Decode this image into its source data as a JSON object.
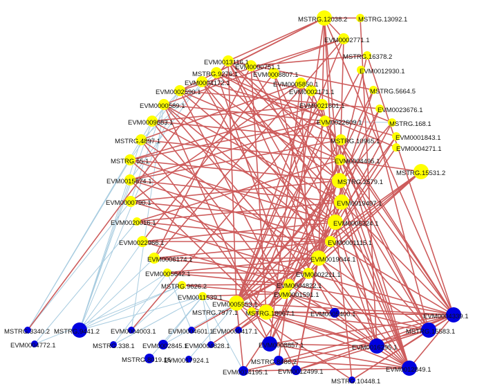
{
  "colors": {
    "edge_red": "#cd5c5c",
    "edge_blue": "#a8cce0",
    "node_yellow": "#ffff00",
    "node_blue": "#0000e0"
  },
  "nodes": [
    {
      "id": "MSTRG.12038.2",
      "label": "MSTRG.12038.2",
      "group": "yellow",
      "size": "large"
    },
    {
      "id": "MSTRG.13092.1",
      "label": "MSTRG.13092.1",
      "group": "yellow",
      "size": "small"
    },
    {
      "id": "EVM0002771.1",
      "label": "EVM0002771.1",
      "group": "yellow",
      "size": "medium"
    },
    {
      "id": "MSTRG.16378.2",
      "label": "MSTRG.16378.2",
      "group": "yellow",
      "size": "small"
    },
    {
      "id": "EVM0012930.1",
      "label": "EVM0012930.1",
      "group": "yellow",
      "size": "small"
    },
    {
      "id": "EVM0013116.1",
      "label": "EVM0013116.1",
      "group": "yellow",
      "size": "medium"
    },
    {
      "id": "EVM0000751.1",
      "label": "EVM0000751.1",
      "group": "yellow",
      "size": "medium"
    },
    {
      "id": "MSTRG.9276.1",
      "label": "MSTRG.9276.1",
      "group": "yellow",
      "size": "medium"
    },
    {
      "id": "EVM0008807.1",
      "label": "EVM0008807.1",
      "group": "yellow",
      "size": "medium"
    },
    {
      "id": "EVM0004172.1",
      "label": "EVM0004172.1",
      "group": "yellow",
      "size": "medium"
    },
    {
      "id": "EVM0005850.1",
      "label": "EVM0005850.1",
      "group": "yellow",
      "size": "medium"
    },
    {
      "id": "EVM0002590.1",
      "label": "EVM0002590.1",
      "group": "yellow",
      "size": "medium"
    },
    {
      "id": "EVM0002171.1",
      "label": "EVM0002171.1",
      "group": "yellow",
      "size": "medium"
    },
    {
      "id": "MSTRG.5664.5",
      "label": "MSTRG.5664.5",
      "group": "yellow",
      "size": "small"
    },
    {
      "id": "EVM0000589.1",
      "label": "EVM0000589.1",
      "group": "yellow",
      "size": "medium"
    },
    {
      "id": "EVM0021601.1",
      "label": "EVM0021601.1",
      "group": "yellow",
      "size": "medium"
    },
    {
      "id": "EVM0023676.1",
      "label": "EVM0023676.1",
      "group": "yellow",
      "size": "small"
    },
    {
      "id": "EVM0009683.1",
      "label": "EVM0009683.1",
      "group": "yellow",
      "size": "medium"
    },
    {
      "id": "EVM0022609.1",
      "label": "EVM0022609.1",
      "group": "yellow",
      "size": "medium"
    },
    {
      "id": "MSTRG.168.1",
      "label": "MSTRG.168.1",
      "group": "yellow",
      "size": "small"
    },
    {
      "id": "EVM0001843.1",
      "label": "EVM0001843.1",
      "group": "yellow",
      "size": "small"
    },
    {
      "id": "MSTRG.4897.1",
      "label": "MSTRG.4897.1",
      "group": "yellow",
      "size": "medium"
    },
    {
      "id": "MSTRG.10965.1",
      "label": "MSTRG.10965.1",
      "group": "yellow",
      "size": "medium"
    },
    {
      "id": "EVM0004271.1",
      "label": "EVM0004271.1",
      "group": "yellow",
      "size": "small"
    },
    {
      "id": "MSTRG.55.1",
      "label": "MSTRG.55.1",
      "group": "yellow",
      "size": "medium"
    },
    {
      "id": "EVM0004495.1",
      "label": "EVM0004495.1",
      "group": "yellow",
      "size": "medium"
    },
    {
      "id": "MSTRG.15531.2",
      "label": "MSTRG.15531.2",
      "group": "yellow",
      "size": "large"
    },
    {
      "id": "EVM0015874.1",
      "label": "EVM0015874.1",
      "group": "yellow",
      "size": "medium"
    },
    {
      "id": "MSTRG.2579.1",
      "label": "MSTRG.2579.1",
      "group": "yellow",
      "size": "large"
    },
    {
      "id": "EVM0000790.1",
      "label": "EVM0000790.1",
      "group": "yellow",
      "size": "medium"
    },
    {
      "id": "EVM0019497.1",
      "label": "EVM0019497.1",
      "group": "yellow",
      "size": "large"
    },
    {
      "id": "EVM0020016.1",
      "label": "EVM0020016.1",
      "group": "yellow",
      "size": "small"
    },
    {
      "id": "EVM0005324.1",
      "label": "EVM0005324.1",
      "group": "yellow",
      "size": "large"
    },
    {
      "id": "EVM0022966.1",
      "label": "EVM0022966.1",
      "group": "yellow",
      "size": "medium"
    },
    {
      "id": "EVM0001115.1",
      "label": "EVM0001115.1",
      "group": "yellow",
      "size": "medium"
    },
    {
      "id": "EVM0006174.1",
      "label": "EVM0006174.1",
      "group": "yellow",
      "size": "medium"
    },
    {
      "id": "EVM0019044.1",
      "label": "EVM0019044.1",
      "group": "yellow",
      "size": "large"
    },
    {
      "id": "EVM0005642.1",
      "label": "EVM0005642.1",
      "group": "yellow",
      "size": "small"
    },
    {
      "id": "EVM0002211.1",
      "label": "EVM0002211.1",
      "group": "yellow",
      "size": "medium"
    },
    {
      "id": "MSTRG.9626.2",
      "label": "MSTRG.9626.2",
      "group": "yellow",
      "size": "small"
    },
    {
      "id": "EVM0004822.1",
      "label": "EVM0004822.1",
      "group": "yellow",
      "size": "medium"
    },
    {
      "id": "EVM0011539.1",
      "label": "EVM0011539.1",
      "group": "yellow",
      "size": "small"
    },
    {
      "id": "EVM0001591.1",
      "label": "EVM0001591.1",
      "group": "yellow",
      "size": "medium"
    },
    {
      "id": "EVM0005553.1",
      "label": "EVM0005553.1",
      "group": "yellow",
      "size": "large"
    },
    {
      "id": "MSTRG.7977.1",
      "label": "MSTRG.7977.1",
      "group": "yellow",
      "size": "small"
    },
    {
      "id": "MSTRG.18067.1",
      "label": "MSTRG.18067.1",
      "group": "yellow",
      "size": "large"
    },
    {
      "id": "EVM0005400.1",
      "label": "EVM0005400.1",
      "group": "blue",
      "size": "medium"
    },
    {
      "id": "EVM0004339.1",
      "label": "EVM0004339.1",
      "group": "blue",
      "size": "large"
    },
    {
      "id": "MSTRG.3340.2",
      "label": "MSTRG.3340.2",
      "group": "blue",
      "size": "small"
    },
    {
      "id": "MSTRG.9441.2",
      "label": "MSTRG.9441.2",
      "group": "blue",
      "size": "large"
    },
    {
      "id": "EVM0004003.1",
      "label": "EVM0004003.1",
      "group": "blue",
      "size": "small"
    },
    {
      "id": "EVM0004601.1",
      "label": "EVM0004601.1",
      "group": "blue",
      "size": "small"
    },
    {
      "id": "EVM0000417.1",
      "label": "EVM0000417.1",
      "group": "blue",
      "size": "small"
    },
    {
      "id": "MSTRG.15583.1",
      "label": "MSTRG.15583.1",
      "group": "blue",
      "size": "large"
    },
    {
      "id": "EVM0004772.1",
      "label": "EVM0004772.1",
      "group": "blue",
      "size": "small"
    },
    {
      "id": "MSTRG.338.1",
      "label": "MSTRG.338.1",
      "group": "blue",
      "size": "small"
    },
    {
      "id": "EVM0002845.1",
      "label": "EVM0002845.1",
      "group": "blue",
      "size": "medium"
    },
    {
      "id": "EVM0004828.1",
      "label": "EVM0004828.1",
      "group": "blue",
      "size": "small"
    },
    {
      "id": "EVM0008857.1",
      "label": "EVM0008857.1",
      "group": "blue",
      "size": "large"
    },
    {
      "id": "EVM0016295.1",
      "label": "EVM0016295.1",
      "group": "blue",
      "size": "large"
    },
    {
      "id": "MSTRG.8019.16",
      "label": "MSTRG.8019.16",
      "group": "blue",
      "size": "medium"
    },
    {
      "id": "EVM0017924.1",
      "label": "EVM0017924.1",
      "group": "blue",
      "size": "small"
    },
    {
      "id": "MSTRG.8486.2",
      "label": "MSTRG.8486.2",
      "group": "blue",
      "size": "medium"
    },
    {
      "id": "EVM0012849.1",
      "label": "EVM0012849.1",
      "group": "blue",
      "size": "large"
    },
    {
      "id": "EVM0014195.1",
      "label": "EVM0014195.1",
      "group": "blue",
      "size": "medium"
    },
    {
      "id": "EVM0012499.1",
      "label": "EVM0012499.1",
      "group": "blue",
      "size": "medium"
    },
    {
      "id": "MSTRG.10448.1",
      "label": "MSTRG.10448.1",
      "group": "blue",
      "size": "small"
    }
  ]
}
